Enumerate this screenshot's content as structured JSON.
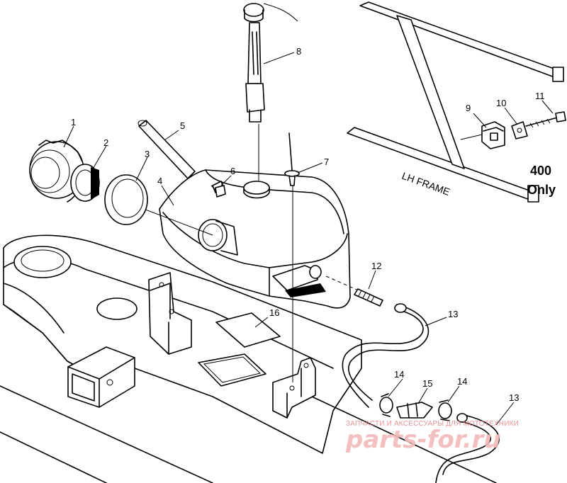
{
  "callouts": {
    "c1": "1",
    "c2": "2",
    "c3": "3",
    "c4": "4",
    "c5": "5",
    "c6": "6",
    "c7": "7",
    "c8": "8",
    "c9": "9",
    "c10": "10",
    "c11": "11",
    "c12": "12",
    "c13a": "13",
    "c13b": "13",
    "c14a": "14",
    "c14b": "14",
    "c15": "15",
    "c16": "16"
  },
  "frame_label": "LH FRAME",
  "variant_note": {
    "line1": "400",
    "line2": "Only"
  },
  "watermark": {
    "tagline": "ЗАПЧАСТИ И АКСЕССУАРЫ ДЛЯ МОТОТЕХНИКИ",
    "logo": "parts-for.ru"
  }
}
